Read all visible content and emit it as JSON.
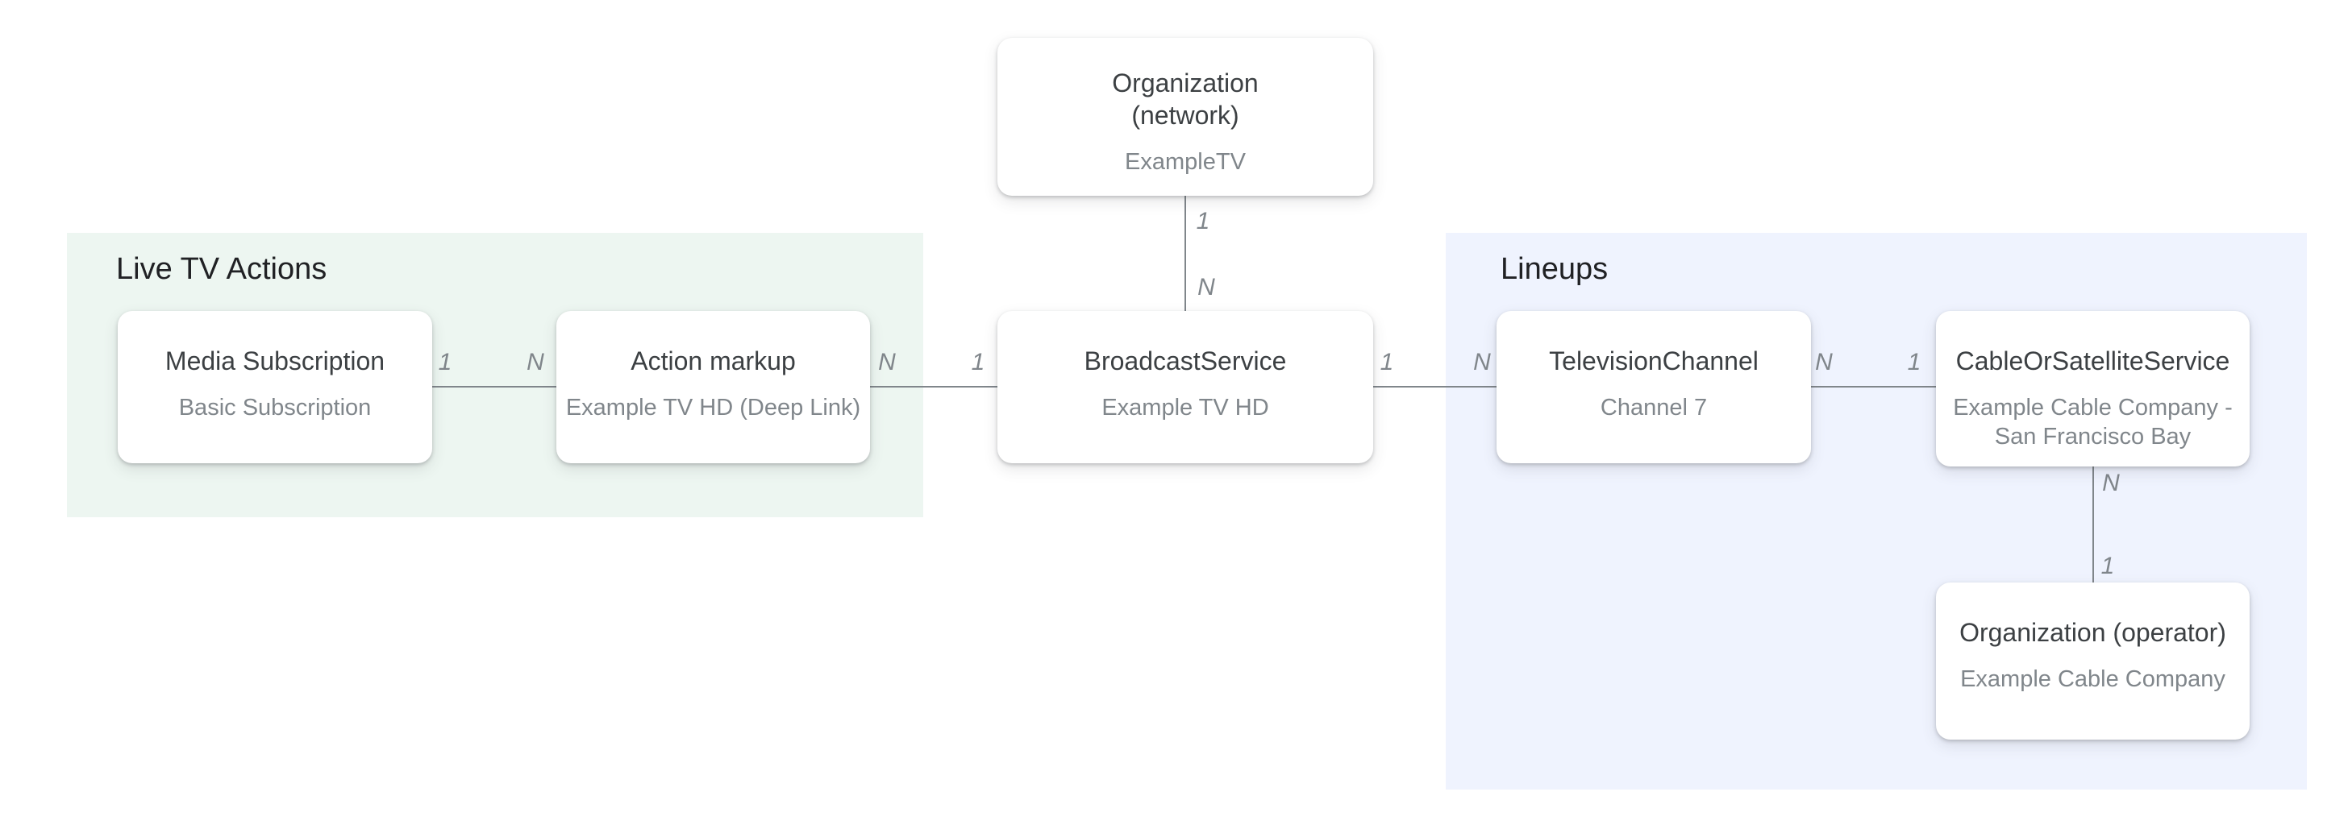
{
  "diagram": {
    "sections": {
      "live_tv_actions": {
        "label": "Live TV Actions"
      },
      "lineups": {
        "label": "Lineups"
      }
    },
    "nodes": {
      "organization_network": {
        "title": "Organization\n(network)",
        "subtitle": "ExampleTV"
      },
      "media_subscription": {
        "title": "Media Subscription",
        "subtitle": "Basic Subscription"
      },
      "action_markup": {
        "title": "Action markup",
        "subtitle": "Example TV HD (Deep Link)"
      },
      "broadcast_service": {
        "title": "BroadcastService",
        "subtitle": "Example TV HD"
      },
      "television_channel": {
        "title": "TelevisionChannel",
        "subtitle": "Channel 7"
      },
      "cable_or_satellite_service": {
        "title": "CableOrSatelliteService",
        "subtitle": "Example Cable Company -\nSan Francisco Bay"
      },
      "organization_operator": {
        "title": "Organization (operator)",
        "subtitle": "Example Cable Company"
      }
    },
    "connectors": {
      "network_to_broadcast": {
        "start_label": "1",
        "end_label": "N"
      },
      "media_to_action": {
        "start_label": "1",
        "end_label": "N"
      },
      "action_to_broadcast": {
        "start_label": "N",
        "end_label": "1"
      },
      "broadcast_to_television": {
        "start_label": "1",
        "end_label": "N"
      },
      "television_to_cable": {
        "start_label": "N",
        "end_label": "1"
      },
      "cable_to_operator": {
        "start_label": "N",
        "end_label": "1"
      }
    },
    "colors": {
      "live_tv_actions_bg": "#edf6f1",
      "lineups_bg": "#eff3fe",
      "node_bg": "#ffffff",
      "node_title": "#3c4043",
      "node_subtitle": "#80868b",
      "connector_line": "#80868b",
      "cardinality_label": "#80868b",
      "section_heading": "#202124"
    }
  }
}
